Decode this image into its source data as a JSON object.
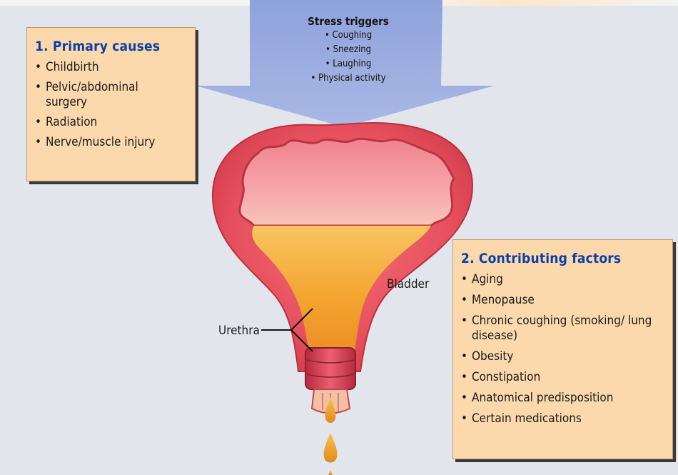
{
  "stress_triggers": {
    "title": "Stress triggers",
    "items": [
      "Coughing",
      "Sneezing",
      "Laughing",
      "Physical activity"
    ]
  },
  "primary_causes": {
    "title": "1. Primary causes",
    "items": [
      "Childbirth",
      "Pelvic/abdominal surgery",
      "Radiation",
      "Nerve/muscle injury"
    ]
  },
  "contributing_factors": {
    "title": "2. Contributing factors",
    "items": [
      "Aging",
      "Menopause",
      "Chronic coughing (smoking/ lung disease)",
      "Obesity",
      "Constipation",
      "Anatomical predisposition",
      "Certain medications"
    ]
  },
  "labels": {
    "bladder": "Bladder",
    "urethra": "Urethra"
  },
  "colors": {
    "heading_blue": "#0b3fa6",
    "box_fill": "#fcd9ad",
    "background": "#e2e6ec",
    "arrow": "#95a7dd",
    "bladder_red": "#e5485a",
    "urine_gold": "#f2b233"
  }
}
